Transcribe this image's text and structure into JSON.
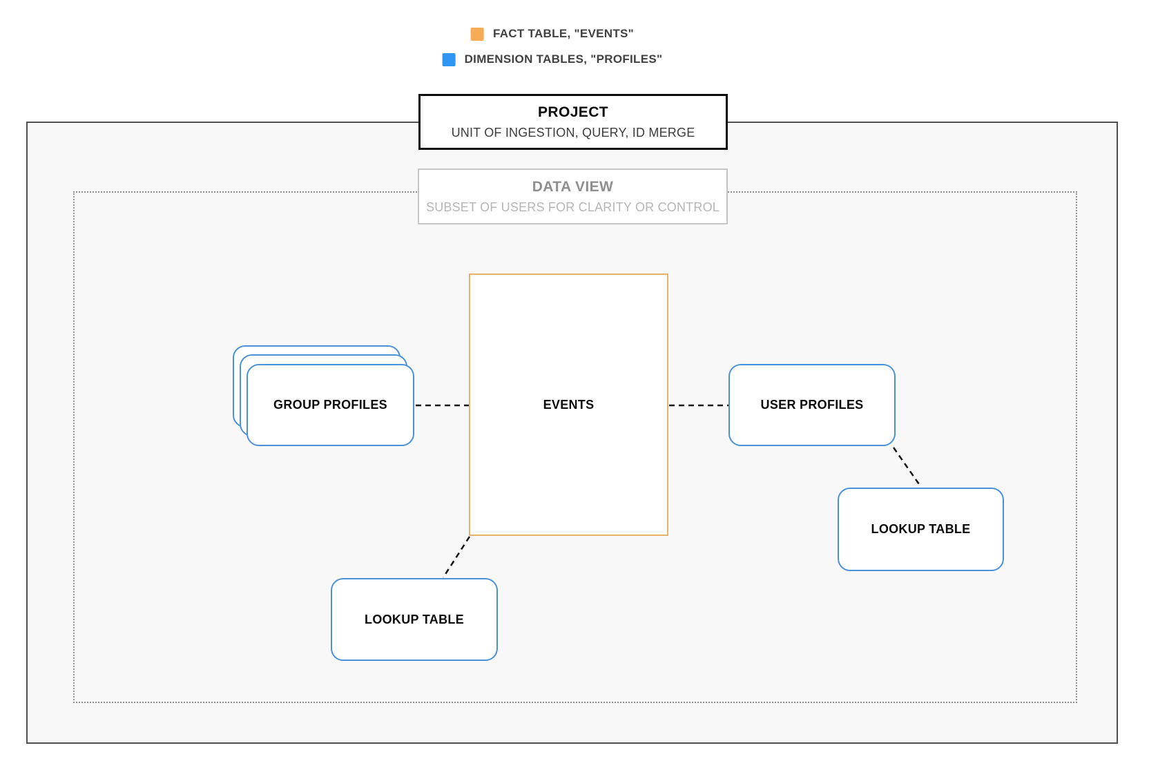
{
  "legend": {
    "items": [
      {
        "id": "fact-table",
        "label": "FACT TABLE, \"EVENTS\"",
        "color": "#F6AB57"
      },
      {
        "id": "dimension-tables",
        "label": "DIMENSION TABLES, \"PROFILES\"",
        "color": "#2E95F2"
      }
    ]
  },
  "title_boxes": {
    "project": {
      "title": "PROJECT",
      "subtitle": "UNIT OF INGESTION, QUERY, ID MERGE"
    },
    "data_view": {
      "title": "DATA VIEW",
      "subtitle": "SUBSET OF USERS FOR CLARITY OR CONTROL"
    }
  },
  "nodes": {
    "events": {
      "label": "EVENTS",
      "type": "fact",
      "border_color": "#E9B26C"
    },
    "group_profiles": {
      "label": "GROUP PROFILES",
      "type": "dimension",
      "stacked": true,
      "border_color": "#4A91D9"
    },
    "user_profiles": {
      "label": "USER PROFILES",
      "type": "dimension",
      "border_color": "#4A91D9"
    },
    "lookup_table_bottom": {
      "label": "LOOKUP TABLE",
      "type": "dimension",
      "border_color": "#4A91D9"
    },
    "lookup_table_right": {
      "label": "LOOKUP TABLE",
      "type": "dimension",
      "border_color": "#4A91D9"
    }
  },
  "connections": [
    {
      "from": "group_profiles",
      "to": "events",
      "style": "dashed"
    },
    {
      "from": "events",
      "to": "user_profiles",
      "style": "dashed"
    },
    {
      "from": "events",
      "to": "lookup_table_bottom",
      "style": "dashed"
    },
    {
      "from": "user_profiles",
      "to": "lookup_table_right",
      "style": "dashed"
    }
  ],
  "colors": {
    "canvas_bg": "#FFFFFF",
    "project_area_bg": "#F8F8F8",
    "project_area_border": "#4F4F4F",
    "data_view_area_border": "#8F8F8F",
    "project_title_border": "#0C0C0C",
    "data_view_title_border": "#C6C6C6",
    "connector": "#141414"
  }
}
